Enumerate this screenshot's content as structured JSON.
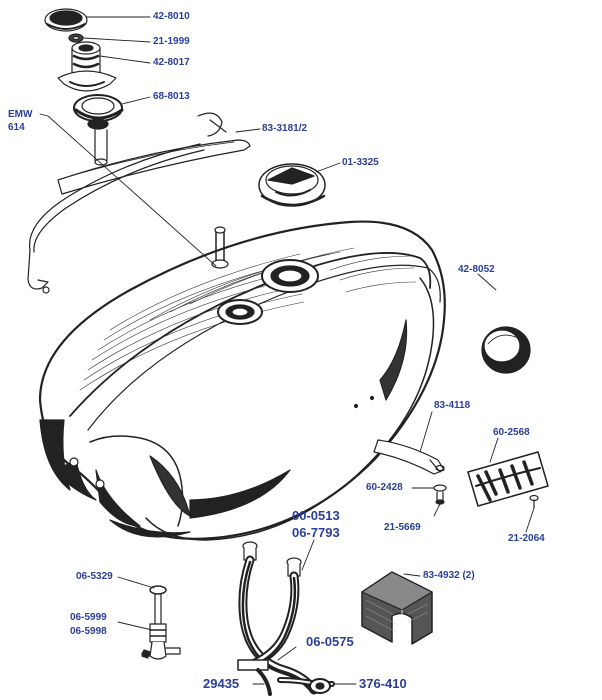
{
  "diagram": {
    "line_color": "#222222",
    "label_color": "#2b3f9a",
    "labels": {
      "cap_42_8010": "42-8010",
      "washer_21_1999": "21-1999",
      "filler_neck_42_8017": "42-8017",
      "ring_68_8013": "68-8013",
      "emw_line1": "EMW",
      "emw_line2": "614",
      "strap_83_3181": "83-3181/2",
      "cap_01_3325": "01-3325",
      "plug_42_8052": "42-8052",
      "bracket_83_4118": "83-4118",
      "badge_60_2568": "60-2568",
      "washer_60_2428": "60-2428",
      "bolt_21_5669": "21-5669",
      "screw_21_2064": "21-2064",
      "hose_00_0513": "00-0513",
      "hose_06_7793": "06-7793",
      "tap_06_5329": "06-5329",
      "tap_06_5999": "06-5999",
      "tap_06_5998": "06-5998",
      "rubber_83_4932": "83-4932 (2)",
      "union_06_0575": "06-0575",
      "pipe_29435": "29435",
      "banjo_376_410": "376-410"
    }
  }
}
